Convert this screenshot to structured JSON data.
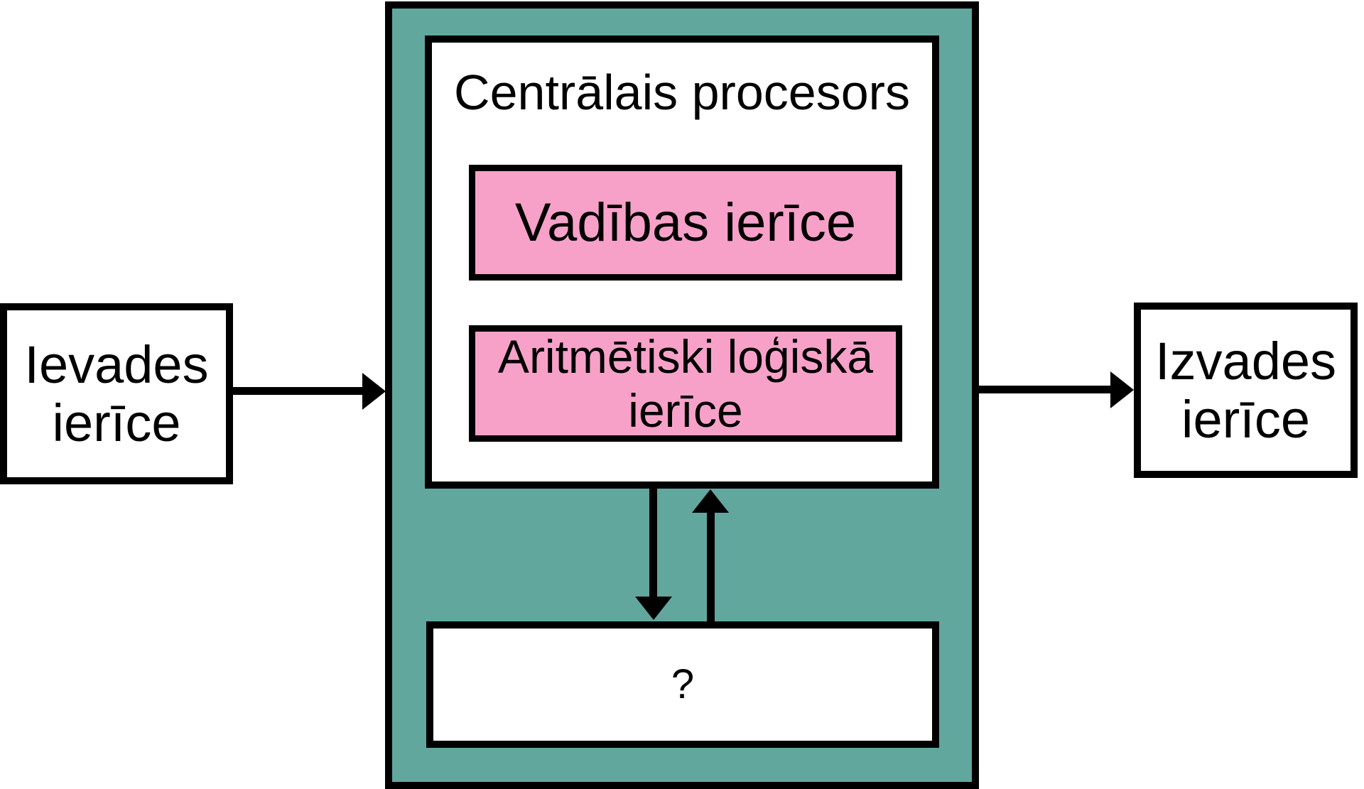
{
  "diagram": {
    "input_box": {
      "line1": "Ievades",
      "line2": "ierīce"
    },
    "output_box": {
      "line1": "Izvades",
      "line2": "ierīce"
    },
    "cpu_box": {
      "title": "Centrālais procesors",
      "control_unit_label": "Vadības ierīce",
      "alu_line1": "Aritmētiski loģiskā",
      "alu_line2": "ierīce"
    },
    "memory_box": {
      "label": "?"
    },
    "colors": {
      "teal": "#61a79e",
      "pink": "#f7a1c9",
      "line": "#000000",
      "background": "#ffffff"
    }
  }
}
